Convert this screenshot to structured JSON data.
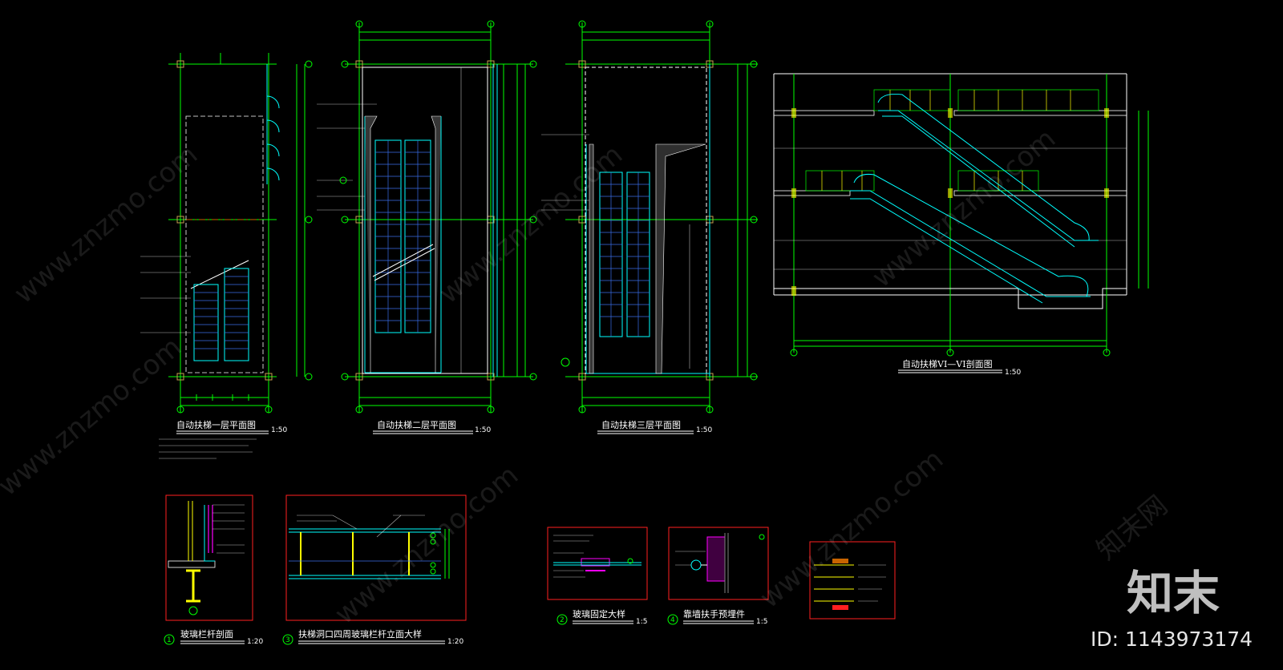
{
  "drawings": {
    "plan1": {
      "title": "自动扶梯一层平面图",
      "scale": "1:50"
    },
    "plan2": {
      "title": "自动扶梯二层平面图",
      "scale": "1:50"
    },
    "plan3": {
      "title": "自动扶梯三层平面图",
      "scale": "1:50"
    },
    "section": {
      "title": "自动扶梯VI—VI剖面图",
      "scale": "1:50"
    },
    "detail1": {
      "num": "1",
      "title": "玻璃栏杆剖面",
      "scale": "1:20"
    },
    "detail2": {
      "num": "2",
      "title": "玻璃固定大样",
      "scale": "1:5"
    },
    "detail3": {
      "num": "3",
      "title": "扶梯洞口四周玻璃栏杆立面大样",
      "scale": "1:20"
    },
    "detail4": {
      "num": "4",
      "title": "靠墙扶手预埋件",
      "scale": "1:5"
    }
  },
  "watermark": {
    "site": "www.znzmo.com",
    "brand": "知末网",
    "logo": "知末",
    "id_text": "ID: 1143973174"
  },
  "colors": {
    "background": "#000000",
    "grid_axis": "#00ff00",
    "outline": "#ffffff",
    "escalator": "#00ffff",
    "escalator_steps": "#3a6ee8",
    "detail_frame": "#ff2020",
    "embedded_part": "#ff00ff",
    "axis_center": "#c86400"
  }
}
